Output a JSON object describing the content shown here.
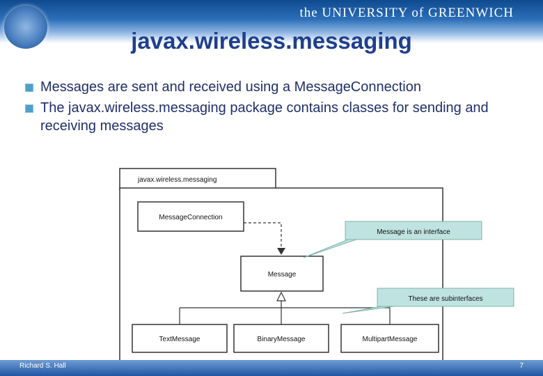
{
  "header": {
    "university": "the UNIVERSITY of GREENWICH",
    "title": "javax.wireless.messaging"
  },
  "bullets": [
    "Messages are sent and received using a MessageConnection",
    "The javax.wireless.messaging package contains classes for sending and receiving messages"
  ],
  "diagram": {
    "package_name": "javax.wireless.messaging",
    "classes": {
      "message_connection": "MessageConnection",
      "message": "Message",
      "text_message": "TextMessage",
      "binary_message": "BinaryMessage",
      "multipart_message": "MultipartMessage"
    },
    "callouts": {
      "interface_note": "Message is an interface",
      "subinterfaces_note": "These are subinterfaces"
    },
    "colors": {
      "callout_fill": "#bfe3e0",
      "callout_border": "#7fb3ad"
    }
  },
  "footer": {
    "left": "Richard S. Hall",
    "right": "7"
  }
}
